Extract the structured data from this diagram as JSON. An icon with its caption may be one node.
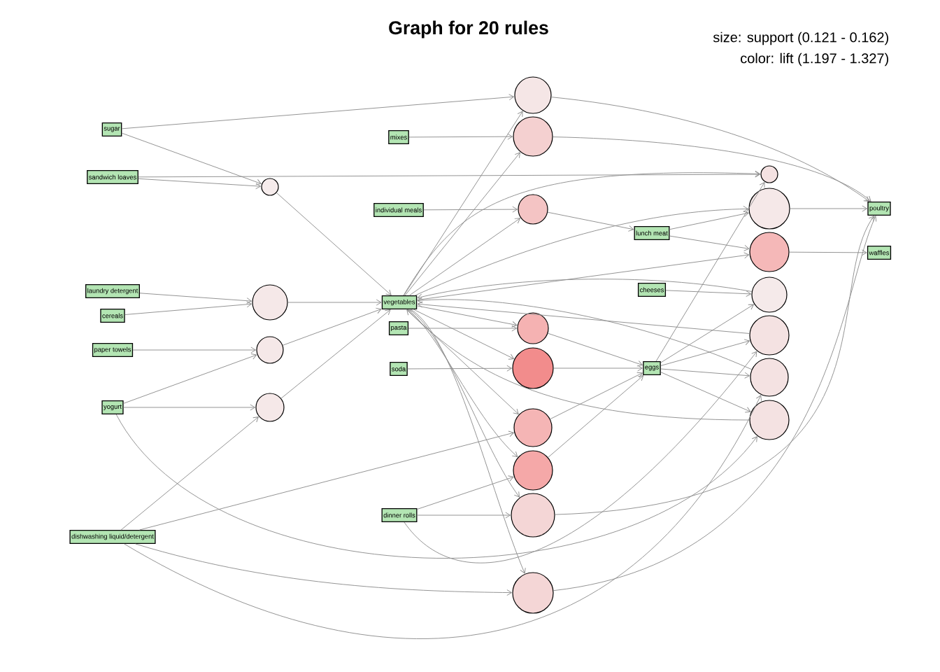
{
  "diagram": {
    "title": "Graph for 20 rules",
    "nodes": [
      {
        "text": [],
        "shape": "circle"
      },
      {
        "text": [
          "sugar"
        ]
      },
      {
        "text": [
          "mixes"
        ]
      },
      {
        "text": [],
        "shape": "circle"
      },
      {
        "text": [],
        "shape": "circle"
      },
      {
        "text": [
          "sandwich loaves"
        ]
      },
      {
        "text": [],
        "shape": "circle"
      },
      {
        "text": [
          "individual meals"
        ]
      },
      {
        "text": [],
        "shape": "circle"
      },
      {
        "text": [
          "poultry"
        ]
      },
      {
        "text": [],
        "shape": "circle"
      },
      {
        "text": [
          "lunch meat"
        ]
      },
      {
        "text": [],
        "shape": "circle"
      },
      {
        "text": [
          "waffles"
        ]
      },
      {
        "text": [
          "cheeses"
        ]
      },
      {
        "text": [
          "laundry detergent"
        ]
      },
      {
        "text": [],
        "shape": "circle"
      },
      {
        "text": [],
        "shape": "circle"
      },
      {
        "text": [
          "vegetables"
        ]
      },
      {
        "text": [
          "cereals"
        ]
      },
      {
        "text": [
          "pasta"
        ]
      },
      {
        "text": [],
        "shape": "circle"
      },
      {
        "text": [],
        "shape": "circle"
      },
      {
        "text": [
          "paper towels"
        ]
      },
      {
        "text": [],
        "shape": "circle"
      },
      {
        "text": [
          "soda"
        ]
      },
      {
        "text": [],
        "shape": "circle"
      },
      {
        "text": [
          "eggs"
        ]
      },
      {
        "text": [],
        "shape": "circle"
      },
      {
        "text": [
          "yogurt"
        ]
      },
      {
        "text": [],
        "shape": "circle"
      },
      {
        "text": [],
        "shape": "circle"
      },
      {
        "text": [],
        "shape": "circle"
      },
      {
        "text": [],
        "shape": "circle"
      },
      {
        "text": [
          "dinner rolls"
        ]
      },
      {
        "text": [],
        "shape": "circle"
      },
      {
        "text": [
          "dishwashing liquid/detergent"
        ]
      },
      {
        "text": [],
        "shape": "circle"
      }
    ],
    "edges": [
      {
        "from": 1,
        "to": 0,
        "arrow": "to"
      },
      {
        "from": 18,
        "to": 0,
        "arrow": "to"
      },
      {
        "from": 0,
        "to": 9,
        "arrow": "to"
      },
      {
        "from": 2,
        "to": 3,
        "arrow": "to"
      },
      {
        "from": 18,
        "to": 3,
        "arrow": "to"
      },
      {
        "from": 3,
        "to": 9,
        "arrow": "to"
      },
      {
        "from": 5,
        "to": 4,
        "arrow": "to"
      },
      {
        "from": 18,
        "to": 4,
        "arrow": "to"
      },
      {
        "from": 27,
        "to": 4,
        "arrow": "to"
      },
      {
        "from": 1,
        "to": 6,
        "arrow": "to"
      },
      {
        "from": 5,
        "to": 6,
        "arrow": "to"
      },
      {
        "from": 6,
        "to": 18,
        "arrow": "to"
      },
      {
        "from": 7,
        "to": 8,
        "arrow": "to"
      },
      {
        "from": 18,
        "to": 8,
        "arrow": "to"
      },
      {
        "from": 8,
        "to": 11,
        "arrow": "to"
      },
      {
        "from": 11,
        "to": 10,
        "arrow": "to"
      },
      {
        "from": 18,
        "to": 10,
        "arrow": "to"
      },
      {
        "from": 10,
        "to": 9,
        "arrow": "to"
      },
      {
        "from": 11,
        "to": 12,
        "arrow": "to"
      },
      {
        "from": 18,
        "to": 12,
        "arrow": "to"
      },
      {
        "from": 12,
        "to": 13,
        "arrow": "to"
      },
      {
        "from": 15,
        "to": 17,
        "arrow": "to"
      },
      {
        "from": 19,
        "to": 17,
        "arrow": "to"
      },
      {
        "from": 17,
        "to": 18,
        "arrow": "to"
      },
      {
        "from": 14,
        "to": 16,
        "arrow": "to"
      },
      {
        "from": 27,
        "to": 16,
        "arrow": "to"
      },
      {
        "from": 16,
        "to": 18,
        "arrow": "to"
      },
      {
        "from": 23,
        "to": 24,
        "arrow": "to"
      },
      {
        "from": 29,
        "to": 24,
        "arrow": "to"
      },
      {
        "from": 24,
        "to": 18,
        "arrow": "to"
      },
      {
        "from": 27,
        "to": 22,
        "arrow": "to"
      },
      {
        "from": 34,
        "to": 22,
        "arrow": "to"
      },
      {
        "from": 22,
        "to": 18,
        "arrow": "to"
      },
      {
        "from": 18,
        "to": 21,
        "arrow": "to"
      },
      {
        "from": 20,
        "to": 21,
        "arrow": "to"
      },
      {
        "from": 21,
        "to": 27,
        "arrow": "to"
      },
      {
        "from": 25,
        "to": 26,
        "arrow": "to"
      },
      {
        "from": 18,
        "to": 26,
        "arrow": "to"
      },
      {
        "from": 26,
        "to": 27,
        "arrow": "to"
      },
      {
        "from": 27,
        "to": 28,
        "arrow": "to"
      },
      {
        "from": 36,
        "to": 28,
        "arrow": "to"
      },
      {
        "from": 28,
        "to": 18,
        "arrow": "to"
      },
      {
        "from": 29,
        "to": 30,
        "arrow": "to"
      },
      {
        "from": 36,
        "to": 30,
        "arrow": "to"
      },
      {
        "from": 30,
        "to": 18,
        "arrow": "to"
      },
      {
        "from": 27,
        "to": 31,
        "arrow": "to"
      },
      {
        "from": 29,
        "to": 31,
        "arrow": "to"
      },
      {
        "from": 31,
        "to": 18,
        "arrow": "to"
      },
      {
        "from": 36,
        "to": 32,
        "arrow": "to"
      },
      {
        "from": 18,
        "to": 32,
        "arrow": "to"
      },
      {
        "from": 32,
        "to": 27,
        "arrow": "to"
      },
      {
        "from": 34,
        "to": 33,
        "arrow": "to"
      },
      {
        "from": 18,
        "to": 33,
        "arrow": "to"
      },
      {
        "from": 33,
        "to": 27,
        "arrow": "to"
      },
      {
        "from": 34,
        "to": 35,
        "arrow": "to"
      },
      {
        "from": 18,
        "to": 35,
        "arrow": "to"
      },
      {
        "from": 35,
        "to": 9,
        "arrow": "to"
      },
      {
        "from": 36,
        "to": 37,
        "arrow": "to"
      },
      {
        "from": 18,
        "to": 37,
        "arrow": "to"
      },
      {
        "from": 37,
        "to": 9,
        "arrow": "to"
      }
    ],
    "labels": [
      "size: support (0.121 - 0.162)",
      "color: lift (1.197 - 1.327)"
    ]
  }
}
